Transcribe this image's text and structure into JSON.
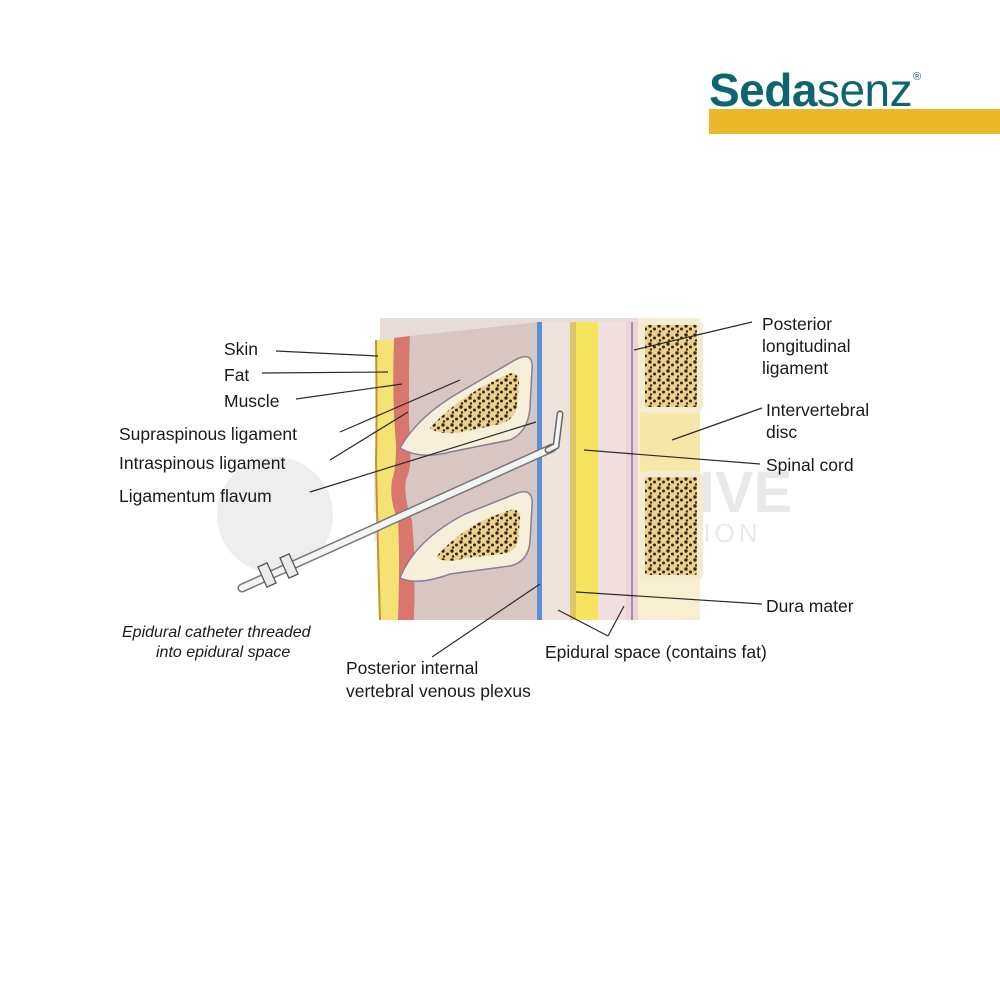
{
  "brand": {
    "name_bold": "Seda",
    "name_light": "senz",
    "registered_mark": "®",
    "text_color": "#0e6470",
    "bar_color": "#ecb82b"
  },
  "watermark": {
    "line1": "PROGRESSIVE",
    "line2": "MEDICAL CORPORATION"
  },
  "labels": {
    "skin": "Skin",
    "fat": "Fat",
    "muscle": "Muscle",
    "supraspinous": "Supraspinous ligament",
    "intraspinous": "Intraspinous ligament",
    "ligamentum_flavum": "Ligamentum flavum",
    "catheter_line1": "Epidural catheter threaded",
    "catheter_line2": "into epidural space",
    "plexus_line1": "Posterior internal",
    "plexus_line2": "vertebral venous plexus",
    "pll_line1": "Posterior",
    "pll_line2": "longitudinal",
    "pll_line3": "ligament",
    "disc_line1": "Intervertebral",
    "disc_line2": "disc",
    "spinal_cord": "Spinal cord",
    "dura_mater": "Dura mater",
    "epidural_space": "Epidural space (contains fat)"
  }
}
